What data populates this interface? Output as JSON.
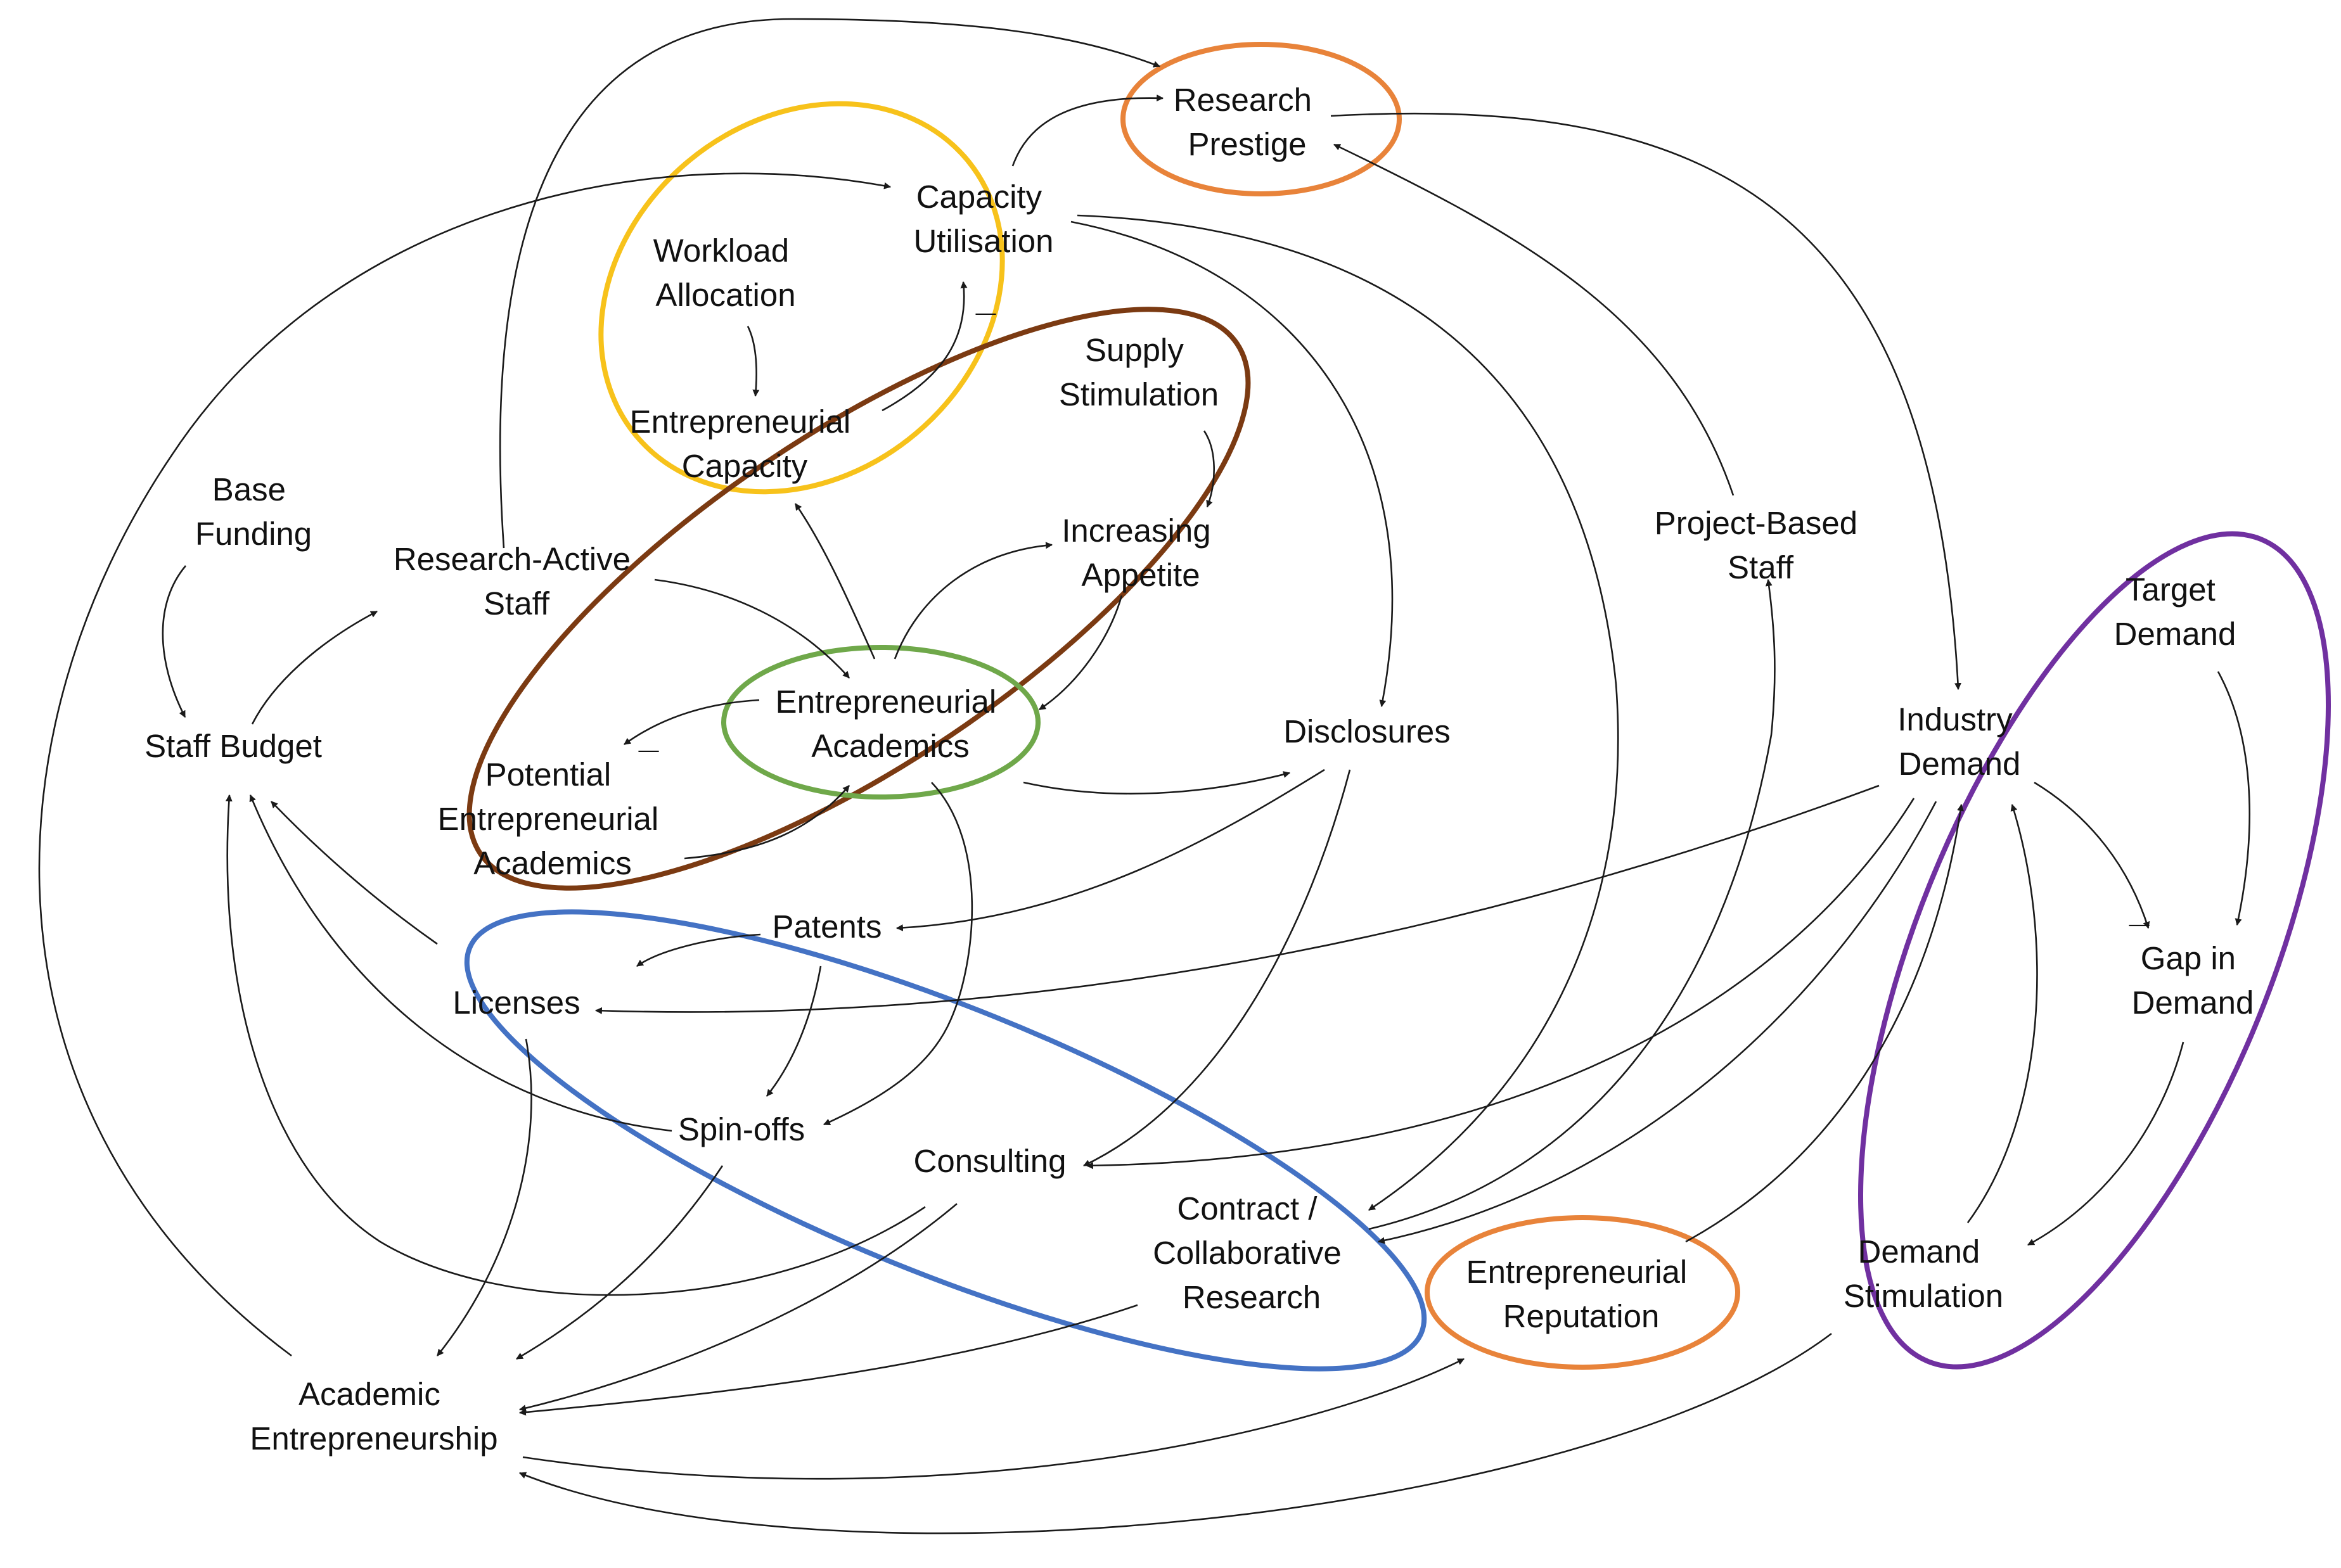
{
  "colors": {
    "yellow_loop": "#F7C21B",
    "orange_loop": "#E8833A",
    "brown_loop": "#7B3A12",
    "green_loop": "#6FA84A",
    "blue_loop": "#4472C4",
    "purple_loop": "#7030A0",
    "arrow": "#1a1a1a"
  },
  "nodes": {
    "research_prestige": [
      "Research",
      "Prestige"
    ],
    "capacity_utilisation": [
      "Capacity",
      "Utilisation"
    ],
    "workload_allocation": [
      "Workload",
      "Allocation"
    ],
    "entrepreneurial_capacity": [
      "Entrepreneurial",
      "Capacity"
    ],
    "supply_stimulation": [
      "Supply",
      "Stimulation"
    ],
    "base_funding": [
      "Base",
      "Funding"
    ],
    "research_active_staff": [
      "Research-Active",
      "Staff"
    ],
    "increasing_appetite": [
      "Increasing",
      "Appetite"
    ],
    "project_based_staff": [
      "Project-Based",
      "Staff"
    ],
    "target_demand": [
      "Target",
      "Demand"
    ],
    "staff_budget": [
      "Staff Budget"
    ],
    "entrepreneurial_academics": [
      "Entrepreneurial",
      "Academics"
    ],
    "disclosures": [
      "Disclosures"
    ],
    "industry_demand": [
      "Industry",
      "Demand"
    ],
    "potential_entrepreneurial_academics": [
      "Potential",
      "Entrepreneurial",
      "Academics"
    ],
    "patents": [
      "Patents"
    ],
    "gap_in_demand": [
      "Gap in",
      "Demand"
    ],
    "licenses": [
      "Licenses"
    ],
    "spin_offs": [
      "Spin-offs"
    ],
    "consulting": [
      "Consulting"
    ],
    "contract_collaborative_research": [
      "Contract /",
      "Collaborative",
      "Research"
    ],
    "demand_stimulation": [
      "Demand",
      "Stimulation"
    ],
    "entrepreneurial_reputation": [
      "Entrepreneurial",
      "Reputation"
    ],
    "academic_entrepreneurship": [
      "Academic",
      "Entrepreneurship"
    ]
  },
  "polarity": {
    "minus": "_"
  }
}
